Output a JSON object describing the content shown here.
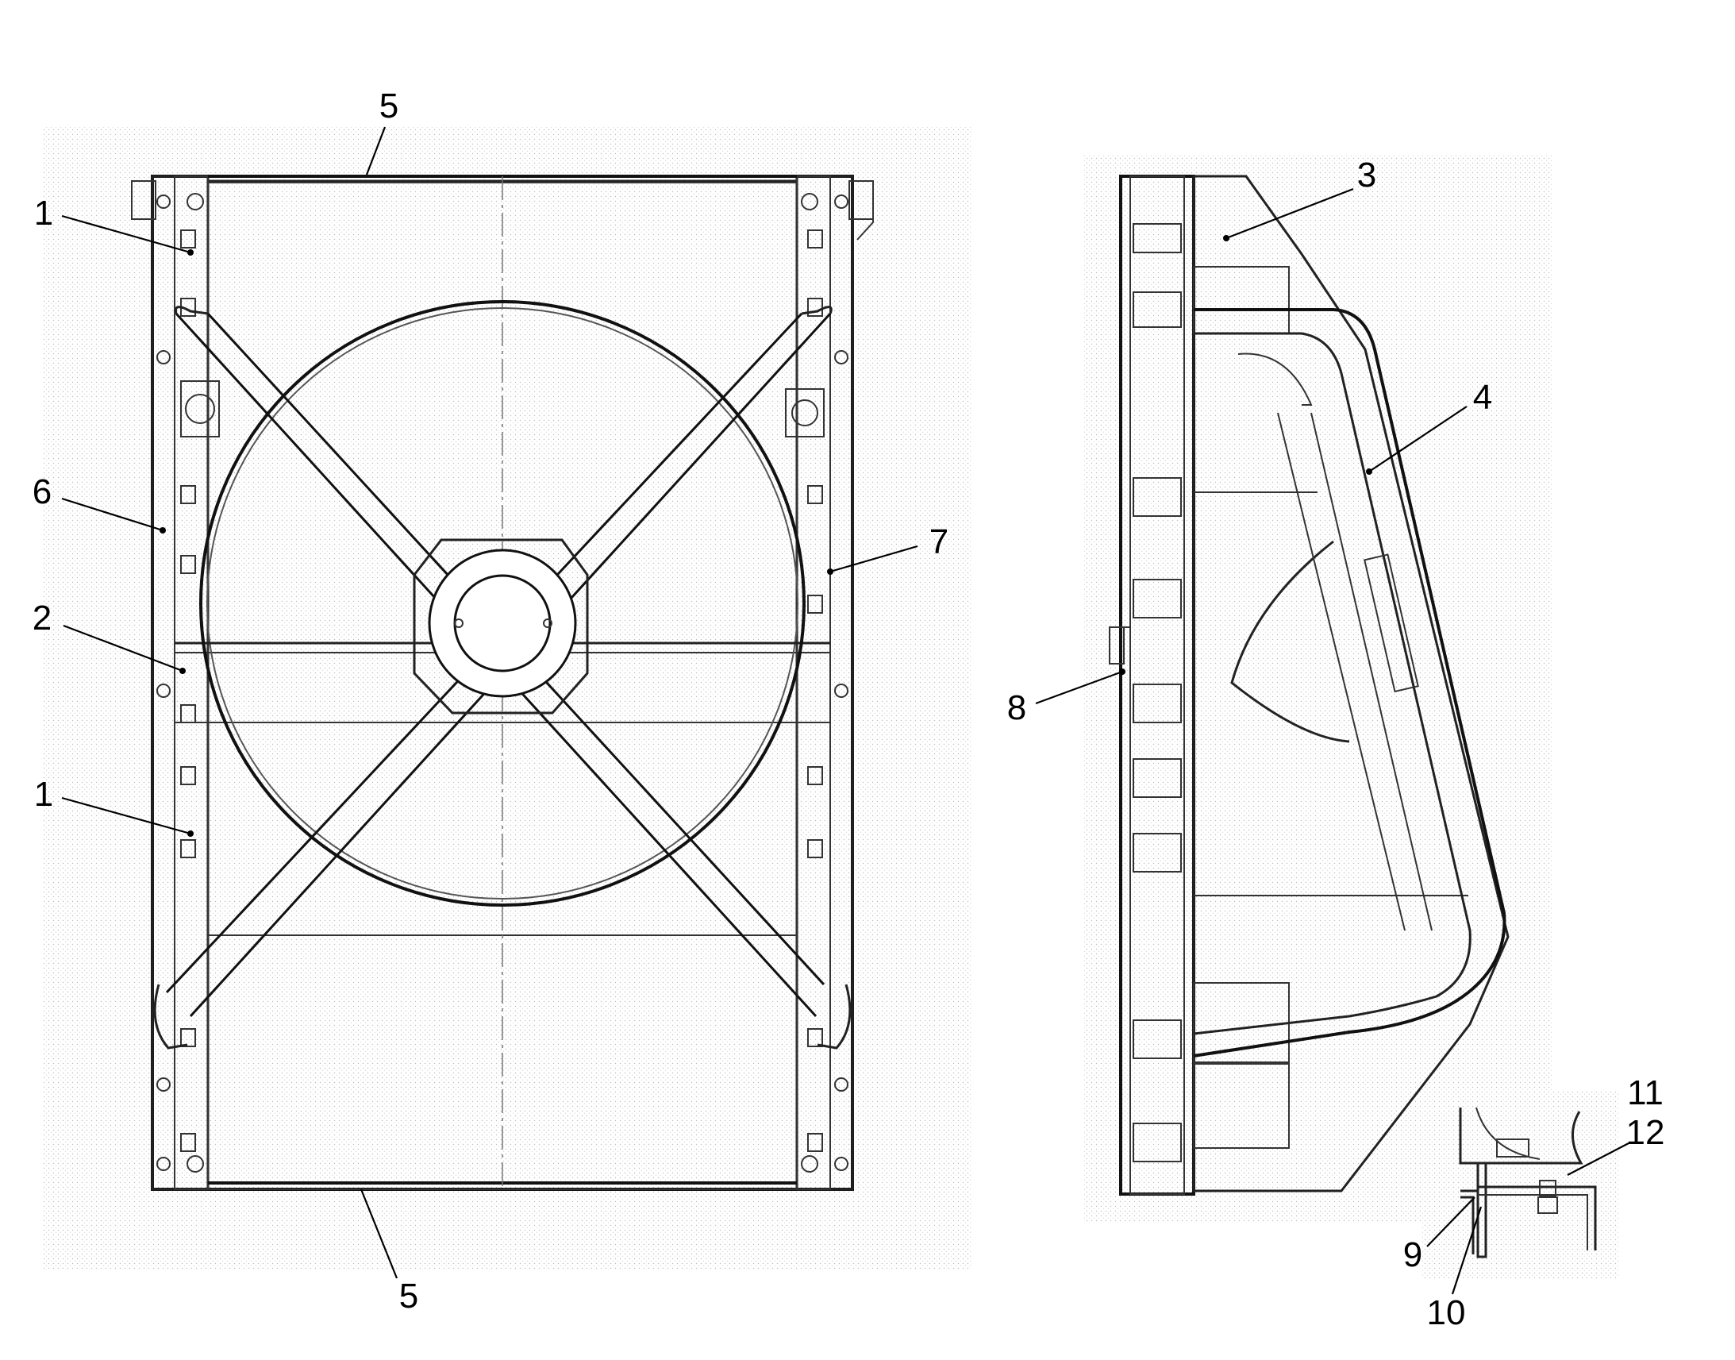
{
  "callouts": {
    "front_view": [
      "1",
      "5",
      "1",
      "6",
      "2",
      "7",
      "5"
    ],
    "side_view": [
      "3",
      "4",
      "8"
    ],
    "detail_view": [
      "11",
      "12",
      "9",
      "10"
    ]
  }
}
